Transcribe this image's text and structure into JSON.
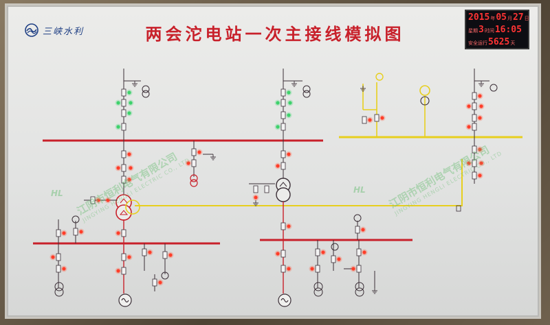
{
  "logo": {
    "text": "三峡水利",
    "icon": "three-gorges-wave-logo"
  },
  "title": "两会沱电站一次主接线模拟图",
  "led": {
    "year": "2015",
    "year_unit": "年",
    "month": "05",
    "month_unit": "月",
    "day": "27",
    "day_unit": "日",
    "weekday_label": "星期",
    "weekday": "3",
    "time_label": "时间",
    "time": "16:05",
    "safe_label": "安全运行",
    "safe_days": "5625",
    "safe_unit": "天"
  },
  "watermark": {
    "cn": "江阴市恒利电气有限公司",
    "en": "JINGYING HENGLI ELECTRIC CO., LTD",
    "brand": "HL"
  },
  "colors": {
    "bus_red": "#c8202a",
    "bus_yellow": "#e7cf1e",
    "line_dark": "#3a2e36",
    "lamp_red": "#ff3a2a",
    "lamp_green": "#3fd06a"
  }
}
